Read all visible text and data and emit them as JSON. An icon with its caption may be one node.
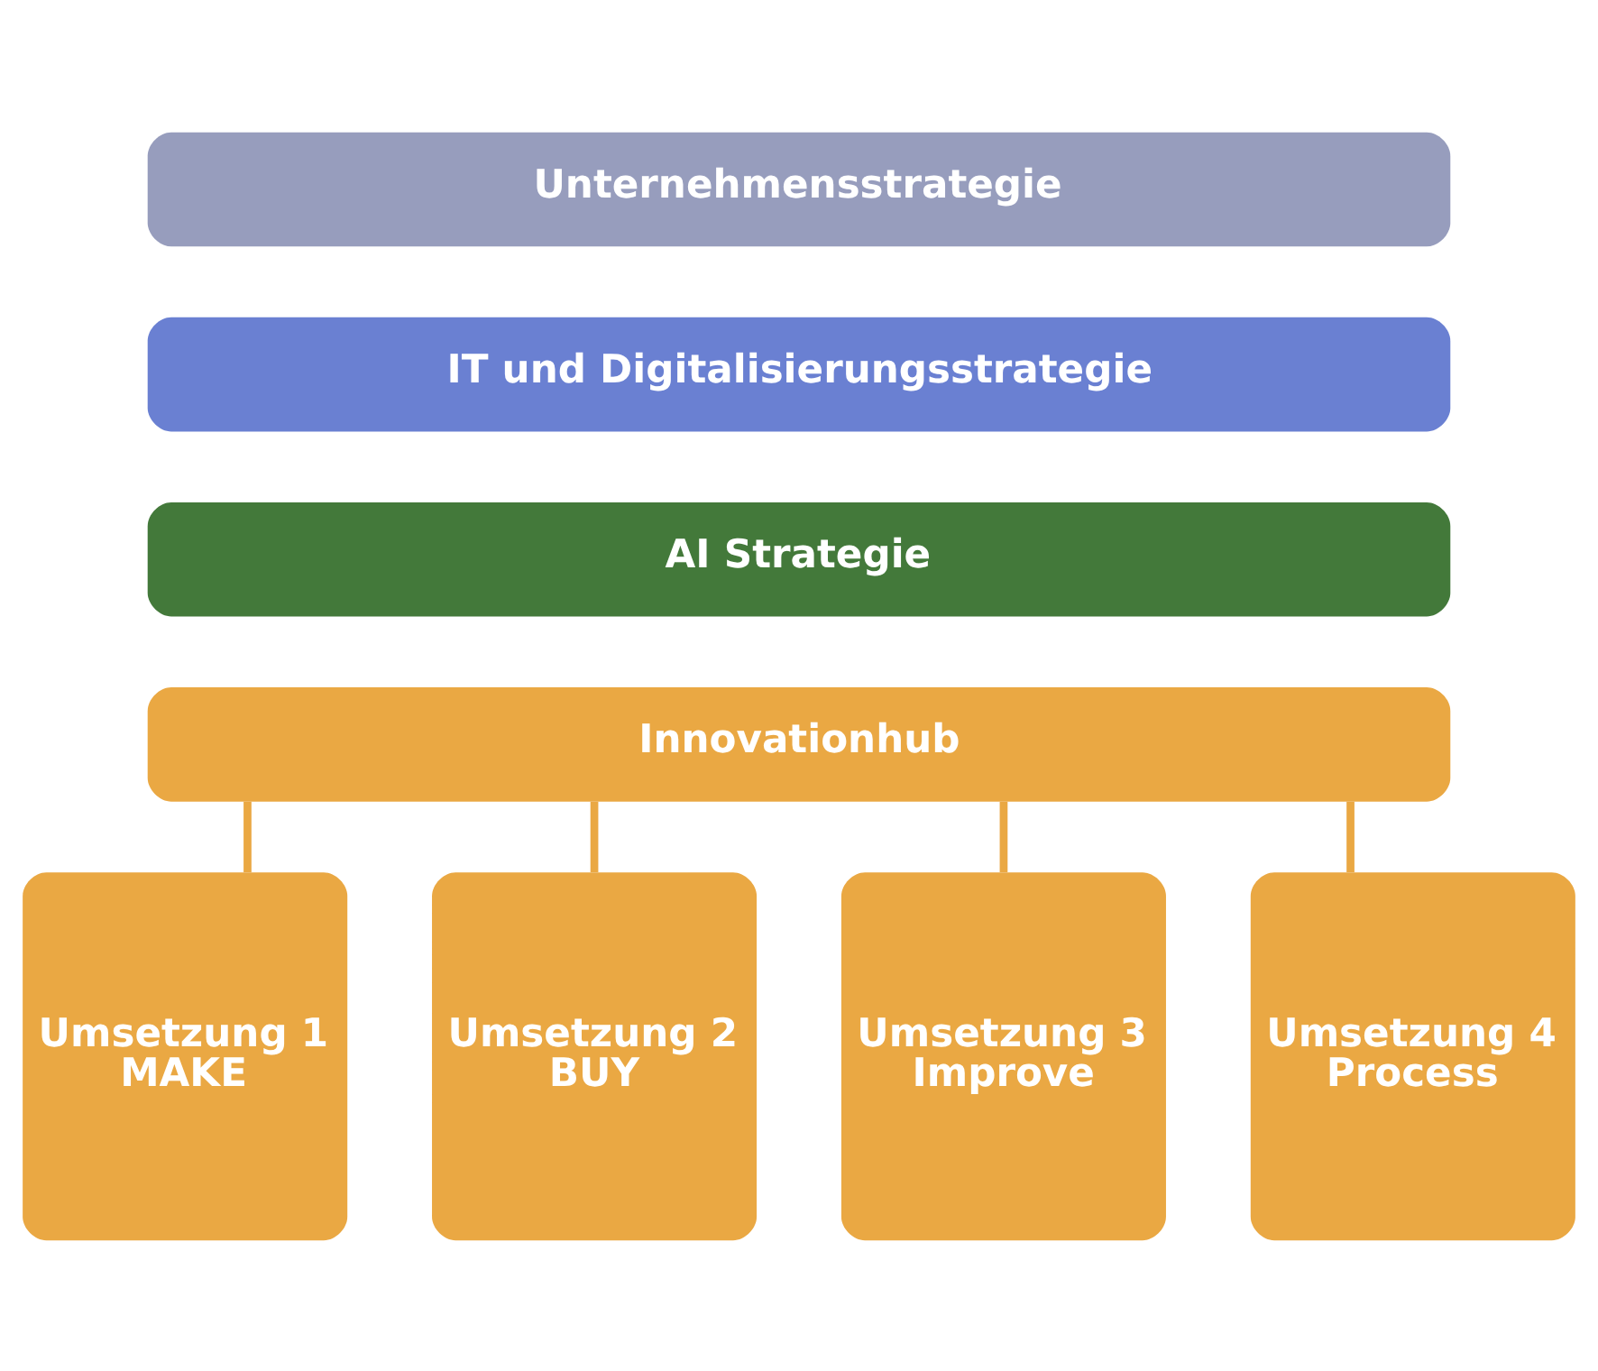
{
  "diagram": {
    "nodes": [
      {
        "text": [
          "Unternehmensstrategie"
        ]
      },
      {
        "text": [
          "IT und Digitalisierungsstrategie"
        ]
      },
      {
        "text": [
          "AI Strategie"
        ]
      },
      {
        "text": [
          "Innovationhub"
        ]
      },
      {
        "text": [
          "Umsetzung 1",
          "MAKE"
        ]
      },
      {
        "text": [
          "Umsetzung 2",
          "BUY"
        ]
      },
      {
        "text": [
          "Umsetzung 3",
          "Improve"
        ]
      },
      {
        "text": [
          "Umsetzung 4",
          "Process"
        ]
      }
    ],
    "edges": [
      {
        "from": 3,
        "to": 4,
        "arrow": "none"
      },
      {
        "from": 3,
        "to": 5,
        "arrow": "none"
      },
      {
        "from": 3,
        "to": 6,
        "arrow": "none"
      },
      {
        "from": 3,
        "to": 7,
        "arrow": "none"
      }
    ]
  }
}
